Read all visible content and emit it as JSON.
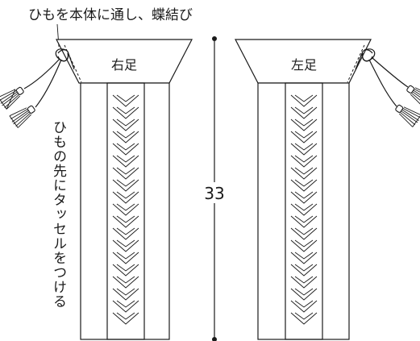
{
  "annotations": {
    "top_note": "ひもを本体に通し、蝶結び",
    "side_note": "ひもの先にタッセルをつける",
    "dimension": "33"
  },
  "pieces": [
    {
      "label": "右足"
    },
    {
      "label": "左足"
    }
  ]
}
